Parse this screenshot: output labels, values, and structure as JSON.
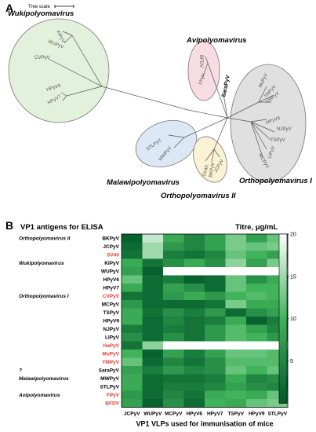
{
  "panel_a": {
    "letter": "A",
    "tree_scale_label": "Tree scale",
    "clades": [
      {
        "name": "Wukipolyomavirus",
        "leaves": [
          "KIPyV",
          "WUPyV",
          "CVPyV",
          "HPyV6",
          "HPyV7"
        ]
      },
      {
        "name": "Avipolyomavirus",
        "leaves": [
          "BFDV",
          "FPyV"
        ]
      },
      {
        "name": "Malawipolyomavirus",
        "leaves": [
          "STLPyV",
          "MWPyV"
        ]
      },
      {
        "name": "Orthopolyomavirus II",
        "leaves": [
          "SV40",
          "BKPyV",
          "JCPyV"
        ]
      },
      {
        "name": "Orthopolyomavirus I",
        "leaves": [
          "MuPyV",
          "HaPyV",
          "YMPyV",
          "HPyV9",
          "NJPyV",
          "TSPyV",
          "MCPyV",
          "LIPyV"
        ]
      }
    ],
    "unclassified_leaf": "SaraPyV"
  },
  "panel_b": {
    "letter": "B",
    "chart_data": {
      "type": "heatmap",
      "title": "VP1 antigens for ELISA",
      "xlabel": "VP1 VLPs used for immunisation of mice",
      "colorbar_label": "Titre, μg/mL",
      "colorbar_range": [
        0,
        20
      ],
      "colorbar_ticks": [
        5,
        10,
        15,
        20
      ],
      "colors": {
        "low": "#00592a",
        "mid": "#41b35a",
        "high": "#ffffff"
      },
      "columns": [
        "JCPyV",
        "WUPyV",
        "MCPyV",
        "HPyV6",
        "HPyV7",
        "TSPyV",
        "HPyV9",
        "STLPyV"
      ],
      "rows": [
        "BKPyV",
        "JCPyV",
        "SV40",
        "KIPyV",
        "WUPyV",
        "HPyV6",
        "HPyV7",
        "CVPyV",
        "MCPyV",
        "TSPyV",
        "HPyV9",
        "NJPyV",
        "LIPyV",
        "HaPyV",
        "MuPyV",
        "YMPyV",
        "SaraPyV",
        "MWPyV",
        "STLPyV",
        "FPyV",
        "BFDV"
      ],
      "highlighted_rows": [
        "SV40",
        "CVPyV",
        "HaPyV",
        "MuPyV",
        "YMPyV",
        "FPyV",
        "BFDV"
      ],
      "groups": [
        {
          "label": "Orthopolyomavirus II",
          "row": 0
        },
        {
          "label": "Wukipolyomavirus",
          "row": 3
        },
        {
          "label": "Orthopolyomavirus I",
          "row": 7
        },
        {
          "label": "?",
          "row": 16
        },
        {
          "label": "Malawipolyomavirus",
          "row": 17
        },
        {
          "label": "Avipolyomavirus",
          "row": 19
        }
      ],
      "values": [
        [
          1,
          17,
          9,
          5,
          8,
          13,
          8,
          12
        ],
        [
          2,
          15,
          7,
          5,
          8,
          13,
          12,
          13
        ],
        [
          3,
          15,
          4,
          3,
          5,
          12,
          10,
          8
        ],
        [
          9,
          3,
          6,
          9,
          6,
          14,
          8,
          13
        ],
        [
          8,
          1,
          20,
          20,
          20,
          20,
          20,
          20
        ],
        [
          12,
          2,
          4,
          1,
          2,
          12,
          6,
          9
        ],
        [
          9,
          2,
          8,
          6,
          2,
          12,
          10,
          10
        ],
        [
          3,
          2,
          7,
          9,
          7,
          10,
          11,
          10
        ],
        [
          7,
          2,
          2,
          2,
          3,
          13,
          9,
          9
        ],
        [
          9,
          3,
          6,
          4,
          7,
          2,
          6,
          8
        ],
        [
          9,
          2,
          5,
          3,
          4,
          9,
          1,
          4
        ],
        [
          4,
          2,
          4,
          3,
          7,
          11,
          8,
          5
        ],
        [
          6,
          2,
          6,
          3,
          7,
          11,
          10,
          7
        ],
        [
          3,
          14,
          20,
          20,
          20,
          20,
          20,
          20
        ],
        [
          10,
          1,
          8,
          4,
          8,
          12,
          12,
          11
        ],
        [
          12,
          2,
          5,
          3,
          6,
          11,
          11,
          11
        ],
        [
          8,
          4,
          7,
          5,
          6,
          12,
          10,
          12
        ],
        [
          9,
          2,
          3,
          3,
          4,
          9,
          5,
          6
        ],
        [
          9,
          2,
          4,
          4,
          5,
          8,
          6,
          5
        ],
        [
          7,
          2,
          5,
          3,
          9,
          10,
          9,
          12
        ],
        [
          8,
          1,
          6,
          2,
          10,
          9,
          12,
          13
        ]
      ]
    }
  }
}
